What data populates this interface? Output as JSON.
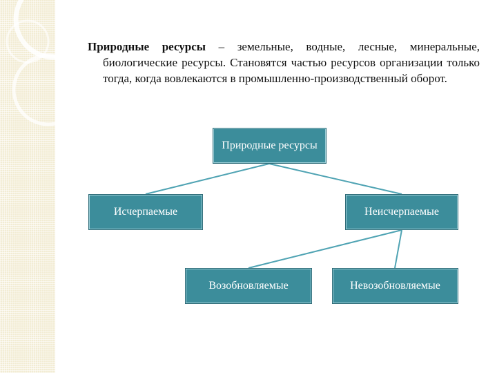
{
  "intro": {
    "term": "Природные ресурсы",
    "definition": " – земельные, водные, лесные, минеральные, биологические ресурсы. Становятся частью ресурсов организации только тогда, когда вовлекаются в промышленно-производственный оборот."
  },
  "diagram": {
    "root": "Природные ресурсы",
    "exhaustible": "Исчерпаемые",
    "inexhaustible": "Неисчерпаемые",
    "renewable": "Возобновляемые",
    "nonrenewable": "Невозобновляемые"
  },
  "colors": {
    "node_fill": "#3c8d9b",
    "connector": "#4fa3b3",
    "side_strip": "#f2ecd3"
  }
}
